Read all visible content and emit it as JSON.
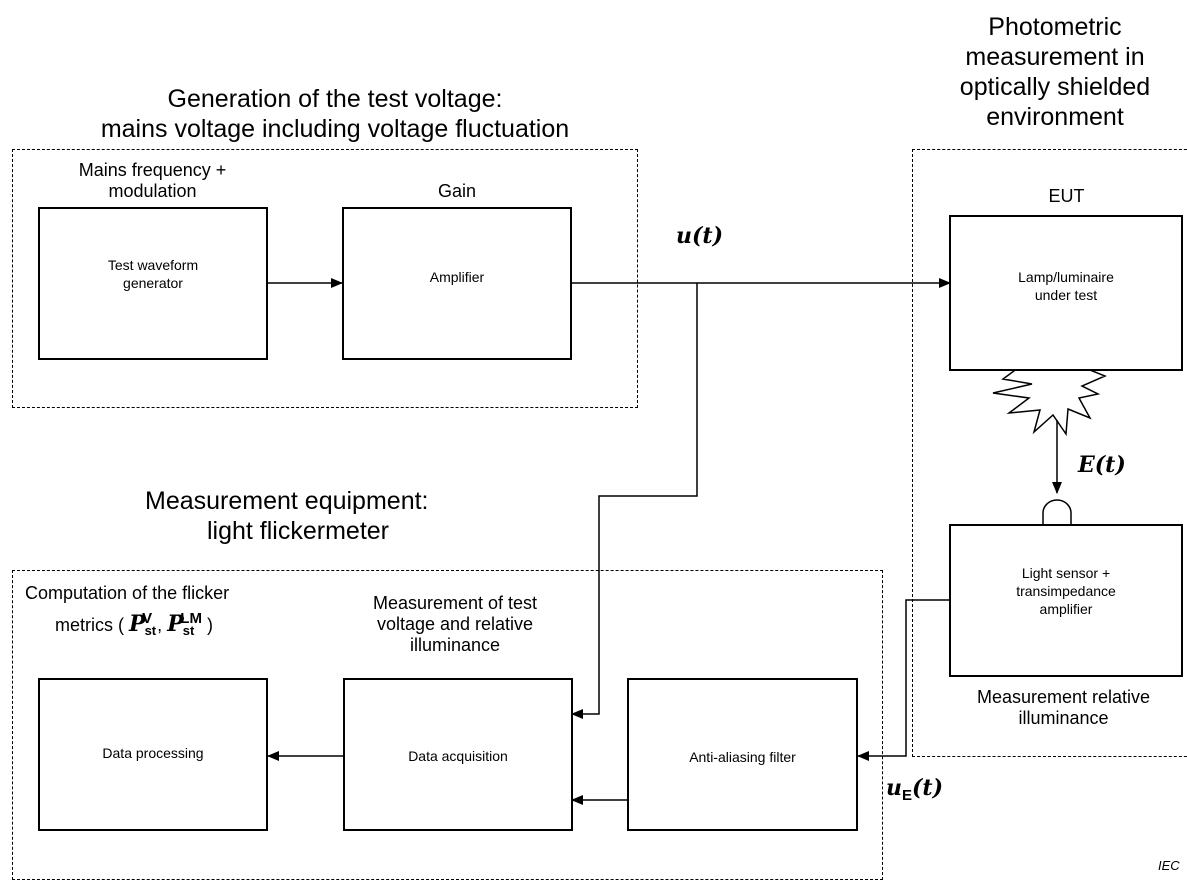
{
  "gen_heading": [
    "Generation of the test voltage:",
    "mains voltage including voltage fluctuation"
  ],
  "photo_heading": [
    "Photometric",
    "measurement in",
    "optically shielded",
    "environment"
  ],
  "meas_heading": [
    "Measurement equipment:",
    "light flickermeter"
  ],
  "mains_label": [
    "Mains frequency +",
    "modulation"
  ],
  "gain_label": "Gain",
  "eut_label": "EUT",
  "computation_label": [
    "Computation of the flicker",
    "metrics ("
  ],
  "pst_v": {
    "base": "P",
    "sub": "st",
    "sup": "V"
  },
  "pst_lm": {
    "base": "P",
    "sub": "st",
    "sup": "LM"
  },
  "comma": ",",
  "close_paren": ")",
  "measurement_test_label": [
    "Measurement of test",
    "voltage and relative",
    "illuminance"
  ],
  "meas_rel_illum_label": [
    "Measurement relative",
    "illuminance"
  ],
  "blocks": {
    "test_waveform": [
      "Test waveform",
      "generator"
    ],
    "amplifier": "Amplifier",
    "lamp": [
      "Lamp/luminaire",
      "under test"
    ],
    "light_sensor": [
      "Light sensor +",
      "transimpedance",
      "amplifier"
    ],
    "anti_aliasing": "Anti-aliasing filter",
    "data_acquisition": "Data acquisition",
    "data_processing": "Data processing"
  },
  "signals": {
    "ut": "u(t)",
    "et": "E(t)",
    "ue_base": "u",
    "ue_sub": "E",
    "ue_arg": "(t)"
  },
  "iec": "IEC"
}
